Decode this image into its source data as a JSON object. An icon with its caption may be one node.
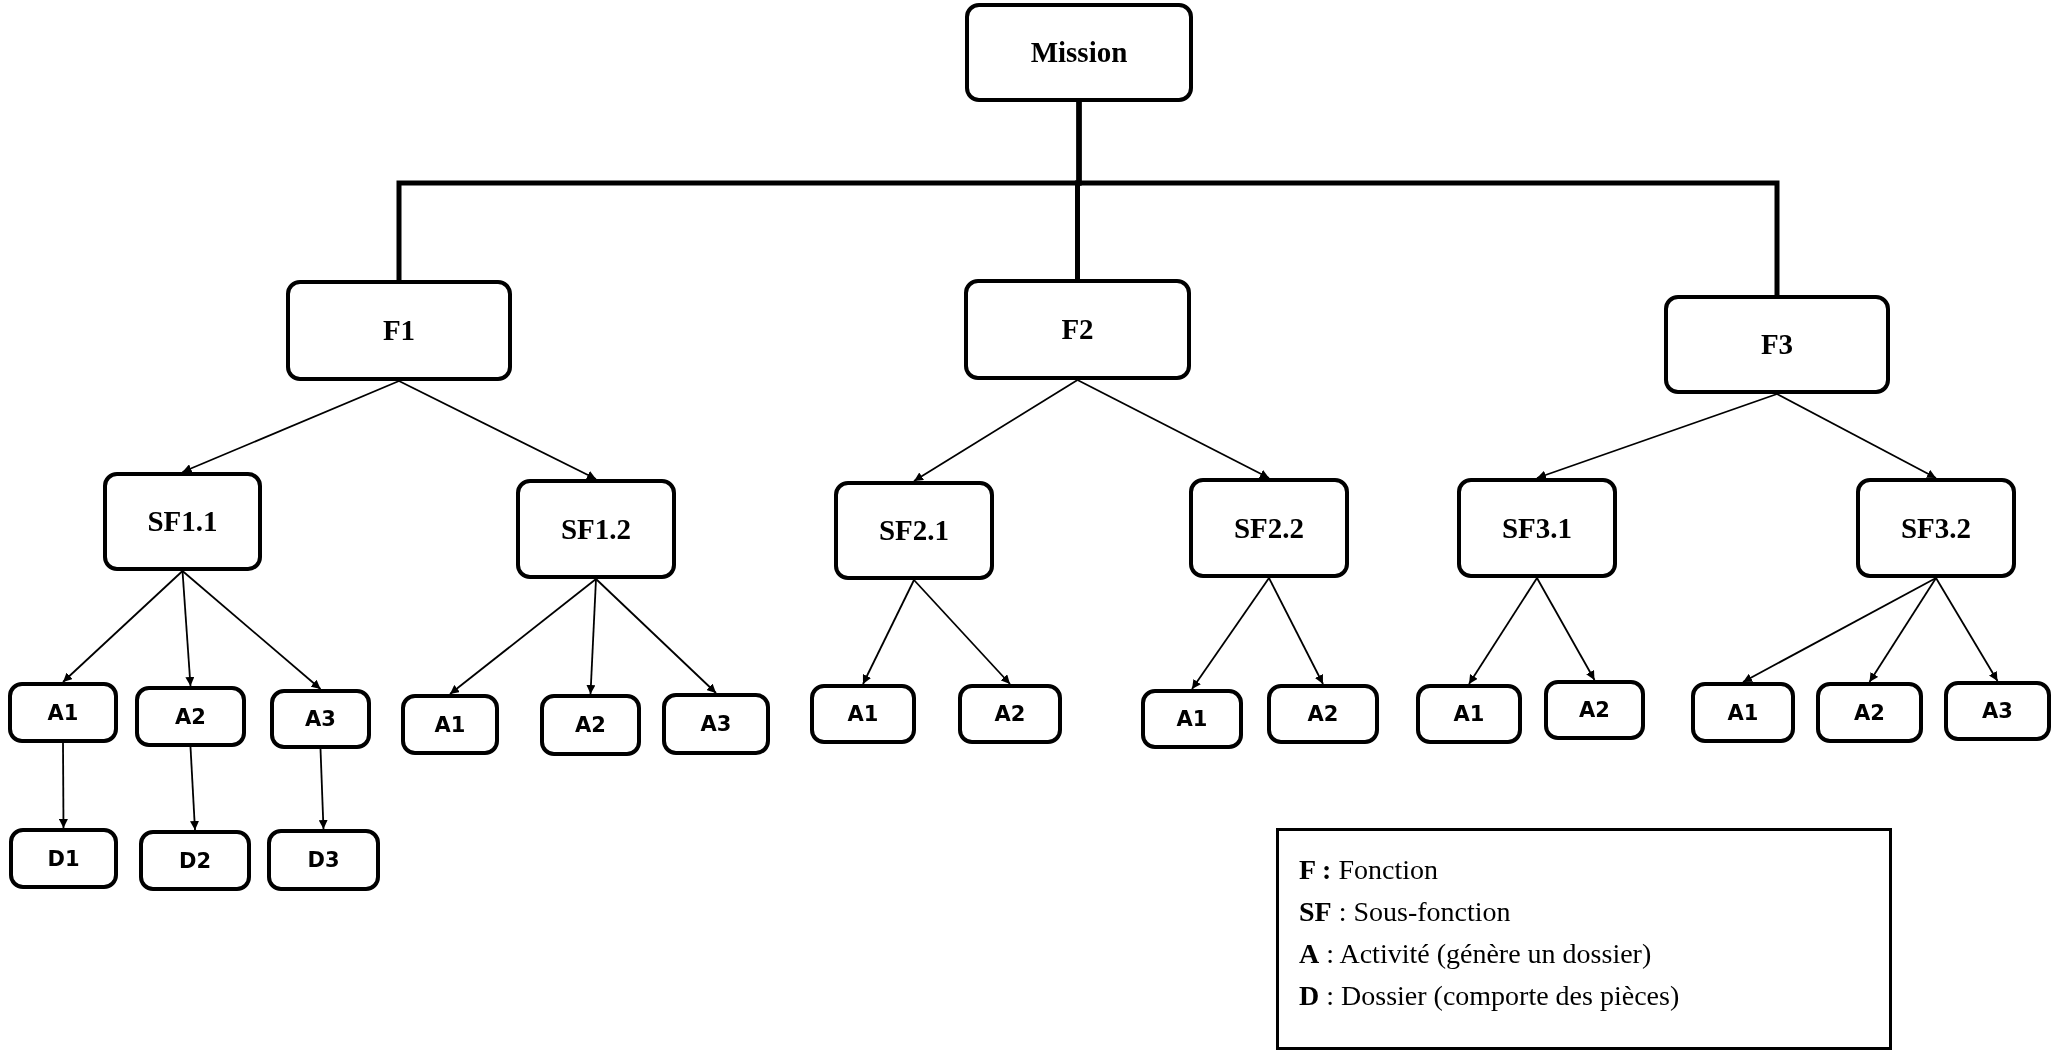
{
  "diagram": {
    "nodes": [
      {
        "text": [
          "Mission"
        ]
      },
      {
        "text": [
          "F1"
        ]
      },
      {
        "text": [
          "F2"
        ]
      },
      {
        "text": [
          "F3"
        ]
      },
      {
        "text": [
          "SF1.1"
        ]
      },
      {
        "text": [
          "SF1.2"
        ]
      },
      {
        "text": [
          "SF2.1"
        ]
      },
      {
        "text": [
          "SF2.2"
        ]
      },
      {
        "text": [
          "SF3.1"
        ]
      },
      {
        "text": [
          "SF3.2"
        ]
      },
      {
        "text": [
          "A1"
        ]
      },
      {
        "text": [
          "A2"
        ]
      },
      {
        "text": [
          "A3"
        ]
      },
      {
        "text": [
          "A1"
        ]
      },
      {
        "text": [
          "A2"
        ]
      },
      {
        "text": [
          "A3"
        ]
      },
      {
        "text": [
          "A1"
        ]
      },
      {
        "text": [
          "A2"
        ]
      },
      {
        "text": [
          "A1"
        ]
      },
      {
        "text": [
          "A2"
        ]
      },
      {
        "text": [
          "A1"
        ]
      },
      {
        "text": [
          "A2"
        ]
      },
      {
        "text": [
          "A1"
        ]
      },
      {
        "text": [
          "A2"
        ]
      },
      {
        "text": [
          "A3"
        ]
      },
      {
        "text": [
          "D1"
        ]
      },
      {
        "text": [
          "D2"
        ]
      },
      {
        "text": [
          "D3"
        ]
      },
      {
        "text": [
          "**F :** Fonction",
          "**SF** : Sous-fonction",
          "**A** : Activité (génère un dossier)",
          "**D** : Dossier (comporte des pièces)"
        ]
      }
    ],
    "edges": [
      {
        "from": 0,
        "to": 1,
        "arrow": "none",
        "style": "thick"
      },
      {
        "from": 0,
        "to": 2,
        "arrow": "none",
        "style": "thick"
      },
      {
        "from": 0,
        "to": 3,
        "arrow": "none",
        "style": "thick"
      },
      {
        "from": 1,
        "to": 4,
        "arrow": "to"
      },
      {
        "from": 1,
        "to": 5,
        "arrow": "to"
      },
      {
        "from": 2,
        "to": 6,
        "arrow": "to"
      },
      {
        "from": 2,
        "to": 7,
        "arrow": "to"
      },
      {
        "from": 3,
        "to": 8,
        "arrow": "to"
      },
      {
        "from": 3,
        "to": 9,
        "arrow": "to"
      },
      {
        "from": 4,
        "to": 10,
        "arrow": "to"
      },
      {
        "from": 4,
        "to": 11,
        "arrow": "to"
      },
      {
        "from": 4,
        "to": 12,
        "arrow": "to"
      },
      {
        "from": 5,
        "to": 13,
        "arrow": "to"
      },
      {
        "from": 5,
        "to": 14,
        "arrow": "to"
      },
      {
        "from": 5,
        "to": 15,
        "arrow": "to"
      },
      {
        "from": 6,
        "to": 16,
        "arrow": "to"
      },
      {
        "from": 6,
        "to": 17,
        "arrow": "to"
      },
      {
        "from": 7,
        "to": 18,
        "arrow": "to"
      },
      {
        "from": 7,
        "to": 19,
        "arrow": "to"
      },
      {
        "from": 8,
        "to": 20,
        "arrow": "to"
      },
      {
        "from": 8,
        "to": 21,
        "arrow": "to"
      },
      {
        "from": 9,
        "to": 22,
        "arrow": "to"
      },
      {
        "from": 9,
        "to": 23,
        "arrow": "to"
      },
      {
        "from": 9,
        "to": 24,
        "arrow": "to"
      },
      {
        "from": 10,
        "to": 25,
        "arrow": "to"
      },
      {
        "from": 11,
        "to": 26,
        "arrow": "to"
      },
      {
        "from": 12,
        "to": 27,
        "arrow": "to"
      }
    ]
  }
}
